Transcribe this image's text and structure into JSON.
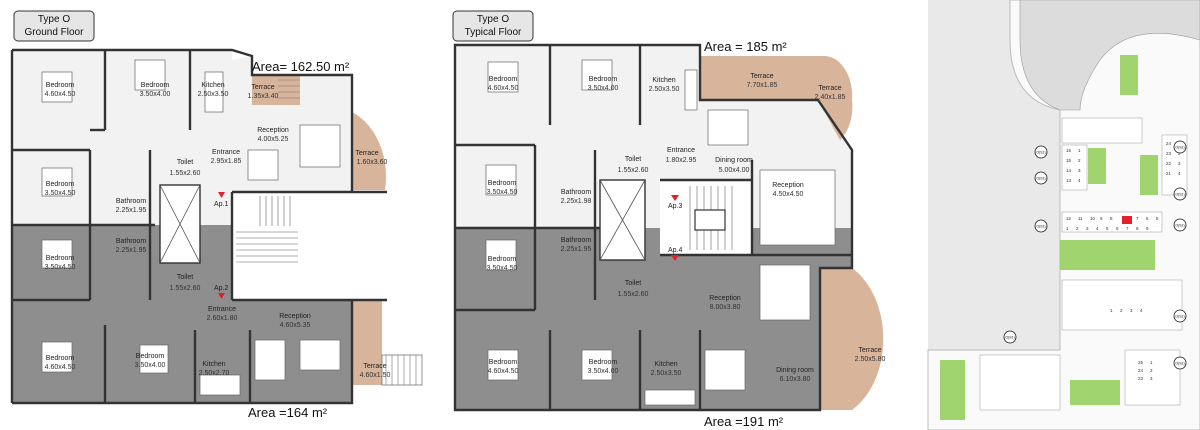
{
  "colors": {
    "wall": "#333333",
    "light_floor": "#f2f2f2",
    "dark_floor": "#8e8e8e",
    "terrace": "#d8b49a",
    "highlight": "#e4202a",
    "green": "#9fd46f"
  },
  "ground": {
    "title_line1": "Type O",
    "title_line2": "Ground Floor",
    "area_top": "Area= 162.50 m²",
    "area_bottom": "Area =164 m²",
    "ap1": "Ap.1",
    "ap2": "Ap.2",
    "rooms": [
      {
        "name": "Bedroom",
        "dim": "4.60x4.50"
      },
      {
        "name": "Bedroom",
        "dim": "3.50x4.00"
      },
      {
        "name": "Kitchen",
        "dim": "2.50x3.50"
      },
      {
        "name": "Terrace",
        "dim": "1.35x3.40"
      },
      {
        "name": "Reception",
        "dim": "4.00x5.25"
      },
      {
        "name": "Entrance",
        "dim": "2.95x1.85"
      },
      {
        "name": "Terrace",
        "dim": "1.60x3.60"
      },
      {
        "name": "Toilet",
        "dim": "1.55x2.60"
      },
      {
        "name": "Bedroom",
        "dim": "3.50x4.50"
      },
      {
        "name": "Bathroom",
        "dim": "2.25x1.95"
      },
      {
        "name": "Bathroom",
        "dim": "2.25x1.95"
      },
      {
        "name": "Bedroom",
        "dim": "3.50x4.50"
      },
      {
        "name": "Toilet",
        "dim": "1.55x2.60"
      },
      {
        "name": "Entrance",
        "dim": "2.60x1.80"
      },
      {
        "name": "Reception",
        "dim": "4.60x5.35"
      },
      {
        "name": "Bedroom",
        "dim": "4.60x4.50"
      },
      {
        "name": "Bedroom",
        "dim": "3.50x4.00"
      },
      {
        "name": "Kitchen",
        "dim": "2.50x2.70"
      },
      {
        "name": "Terrace",
        "dim": "4.60x1.50"
      }
    ]
  },
  "typical": {
    "title_line1": "Type O",
    "title_line2": "Typical Floor",
    "area_top": "Area = 185 m²",
    "area_bottom": "Area =191 m²",
    "ap3": "Ap.3",
    "ap4": "Ap.4",
    "rooms": [
      {
        "name": "Bedroom",
        "dim": "4.60x4.50"
      },
      {
        "name": "Bedroom",
        "dim": "3.50x4.00"
      },
      {
        "name": "Kitchen",
        "dim": "2.50x3.50"
      },
      {
        "name": "Terrace",
        "dim": "7.70x1.85"
      },
      {
        "name": "Terrace",
        "dim": "2.40x1.85"
      },
      {
        "name": "Toilet",
        "dim": "1.55x2.60"
      },
      {
        "name": "Entrance",
        "dim": "1.80x2.95"
      },
      {
        "name": "Dining room",
        "dim": "5.00x4.00"
      },
      {
        "name": "Bedroom",
        "dim": "3.50x4.50"
      },
      {
        "name": "Bathroom",
        "dim": "2.25x1.98"
      },
      {
        "name": "Reception",
        "dim": "4.50x4.50"
      },
      {
        "name": "Bedroom",
        "dim": "3.50x4.50"
      },
      {
        "name": "Bathroom",
        "dim": "2.25x1.95"
      },
      {
        "name": "Toilet",
        "dim": "1.55x2.60"
      },
      {
        "name": "Reception",
        "dim": "8.00x3.80"
      },
      {
        "name": "Terrace",
        "dim": "2.50x5.80"
      },
      {
        "name": "Bedroom",
        "dim": "4.60x4.50"
      },
      {
        "name": "Bedroom",
        "dim": "3.50x4.00"
      },
      {
        "name": "Kitchen",
        "dim": "2.50x3.50"
      },
      {
        "name": "Dining room",
        "dim": "6.10x3.80"
      }
    ]
  },
  "site": {
    "callouts": [
      "O(S1)",
      "O(S1)",
      "O(S1)",
      "O(S1)",
      "O(S1)",
      "O(S1)",
      "O(S1)",
      "O(S1)",
      "O(S1)"
    ],
    "block_a": [
      "16",
      "1",
      "15",
      "2",
      "14",
      "3",
      "13",
      "4"
    ],
    "block_b": [
      "24",
      "1",
      "23",
      "2",
      "22",
      "3",
      "21",
      "4"
    ],
    "row_top": [
      "12",
      "11",
      "10",
      "9",
      "8",
      "7",
      "6",
      "5"
    ],
    "row_bottom": [
      "1",
      "2",
      "3",
      "4",
      "5",
      "6",
      "7",
      "8",
      "9"
    ],
    "block_c": [
      "1",
      "2",
      "3",
      "4"
    ],
    "block_d": [
      "25",
      "1",
      "24",
      "2",
      "23",
      "3"
    ]
  }
}
